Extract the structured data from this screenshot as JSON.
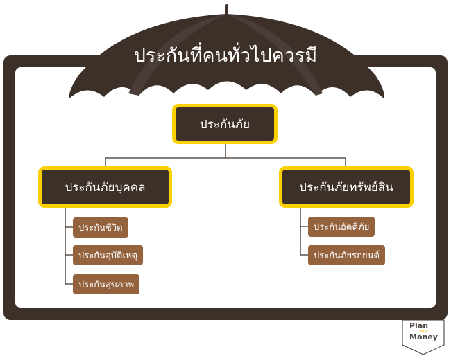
{
  "title": "ประกันที่คนทั่วไปควรมี",
  "root": "ประกันภัย",
  "branches": [
    {
      "label": "ประกันภัยบุคคล",
      "items": [
        "ประกันชีวิต",
        "ประกันอุบัติเหตุ",
        "ประกันสุขภาพ"
      ]
    },
    {
      "label": "ประกันภัยทรัพย์สิน",
      "items": [
        "ประกันอัคคีภัย",
        "ประกันภัยรถยนต์"
      ]
    }
  ],
  "logo": {
    "line1": "Plan",
    "line2": "your",
    "line3": "Money"
  },
  "colors": {
    "dark": "#3d3029",
    "accent": "#f9d000",
    "sub": "#94633d"
  }
}
